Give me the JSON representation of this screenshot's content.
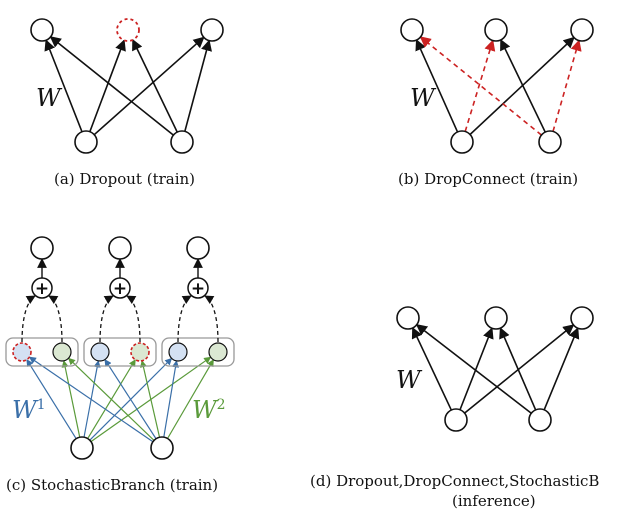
{
  "panels": [
    {
      "id": "a",
      "caption": "(a) Dropout (train)",
      "weight_label": "W"
    },
    {
      "id": "b",
      "caption": "(b) DropConnect (train)",
      "weight_label": "W"
    },
    {
      "id": "c",
      "caption": "(c) StochasticBranch (train)",
      "weight_label_1": "W",
      "weight_label_1_sup": "1",
      "weight_label_2": "W",
      "weight_label_2_sup": "2",
      "sum_symbol": "+"
    },
    {
      "id": "d",
      "caption_line1": "(d) Dropout,DropConnect,StochasticB",
      "caption_line2": "(inference)",
      "weight_label": "W"
    }
  ],
  "colors": {
    "ink": "#111111",
    "dropped": "#cc2222",
    "branch1": "#3a6fa8",
    "branch2": "#5a9a3a",
    "node_blue_fill": "#d4e1f3",
    "node_green_fill": "#dbe8d2",
    "group_box": "#999999"
  }
}
